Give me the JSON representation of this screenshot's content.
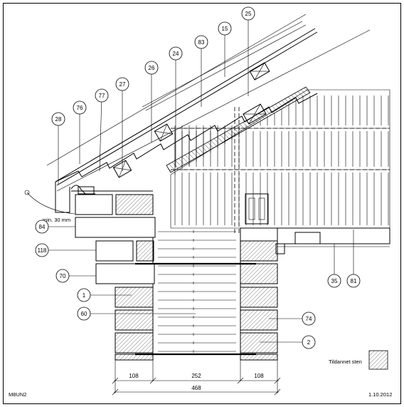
{
  "drawing": {
    "code": "M8UN2",
    "date": "1.10.2012",
    "legend_label": "Tildannet sten",
    "min_label": "min. 30 mm",
    "dimensions": {
      "left_leaf": "108",
      "cavity": "252",
      "right_leaf": "108",
      "total": "468"
    },
    "callouts": [
      "25",
      "15",
      "83",
      "24",
      "26",
      "27",
      "77",
      "76",
      "28",
      "84",
      "118",
      "70",
      "1",
      "60",
      "74",
      "2",
      "35",
      "81"
    ]
  }
}
